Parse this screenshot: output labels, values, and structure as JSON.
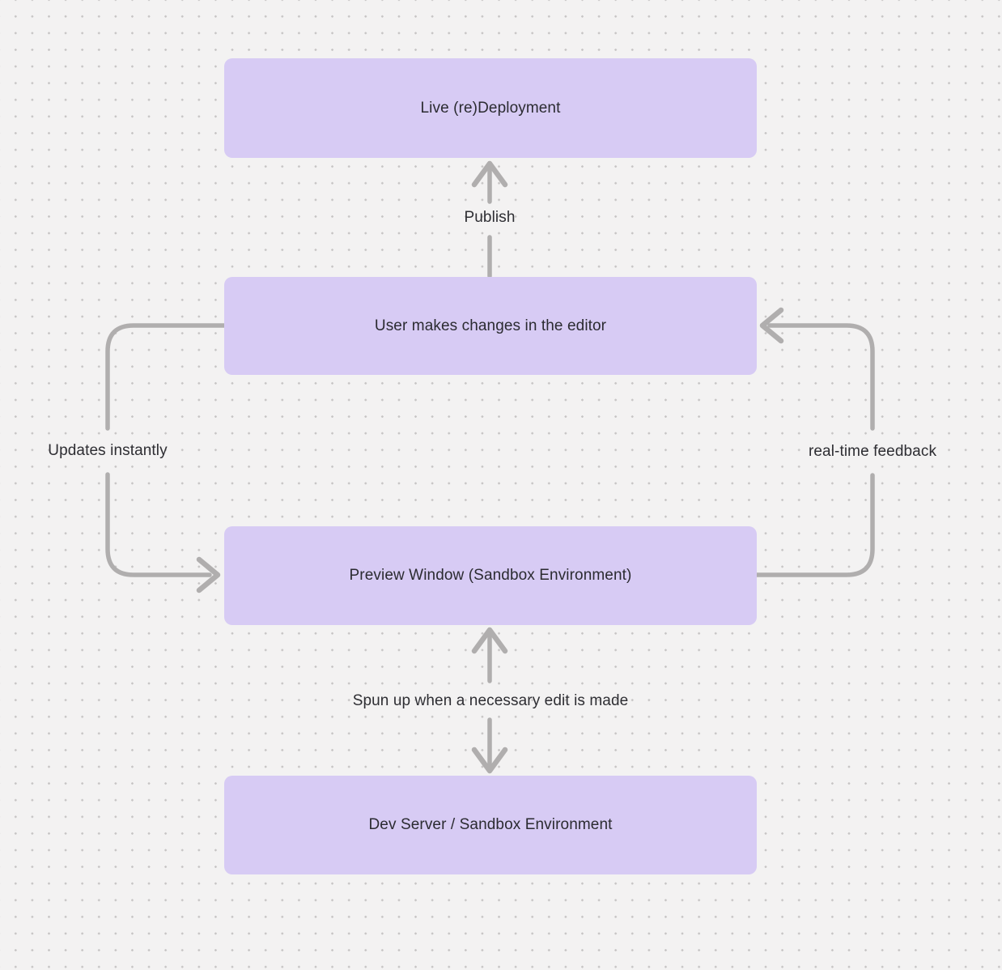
{
  "theme": {
    "canvas-bg": "#f3f2f2",
    "canvas-dot": "#c7c5c5",
    "node-fill": "#d7cbf4",
    "node-text": "#2b2b31",
    "arrow-color": "#b0aeae",
    "label-text": "#2e2e33"
  },
  "diagram": {
    "type": "flowchart",
    "background": "dotted-grid"
  },
  "nodes": [
    {
      "id": "live-redeployment",
      "label": "Live (re)Deployment"
    },
    {
      "id": "user-editor",
      "label": "User makes changes in the editor"
    },
    {
      "id": "preview-window",
      "label": "Preview Window (Sandbox Environment)"
    },
    {
      "id": "dev-server",
      "label": "Dev Server / Sandbox Environment"
    }
  ],
  "edges": [
    {
      "label": "Publish",
      "from": "user-editor",
      "to": "live-redeployment",
      "direction": "up"
    },
    {
      "label": "Updates instantly",
      "from": "user-editor",
      "to": "preview-window",
      "direction": "down-left-loop"
    },
    {
      "label": "real-time feedback",
      "from": "preview-window",
      "to": "user-editor",
      "direction": "up-right-loop"
    },
    {
      "label": "Spun up when a necessary edit is made",
      "from": "preview-window",
      "to": "dev-server",
      "direction": "bidirectional"
    }
  ]
}
